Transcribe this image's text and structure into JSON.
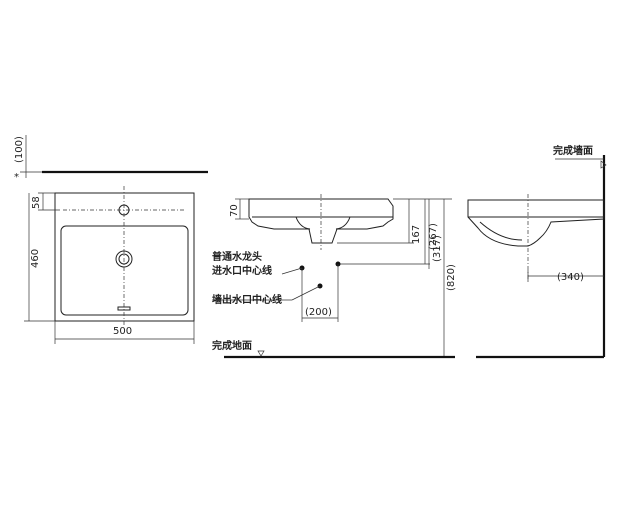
{
  "dimensions": {
    "height_clearance": "(100)",
    "clearance_marker": "*",
    "tap_hole_offset": "58",
    "basin_depth": "460",
    "basin_width": "500",
    "rim_height": "70",
    "drain_depth_167": "167",
    "drain_depth_267": "(267)",
    "drain_depth_317": "(317)",
    "floor_to_rim": "(820)",
    "wall_drain_offset": "(200)",
    "wall_distance": "(340)"
  },
  "labels": {
    "finished_floor": "完成地面",
    "finished_wall": "完成墙面",
    "faucet_inlet_line1": "普通水龙头",
    "faucet_inlet_line2": "进水口中心线",
    "wall_outlet": "墙出水口中心线"
  },
  "colors": {
    "line": "#222222",
    "background": "#ffffff"
  }
}
